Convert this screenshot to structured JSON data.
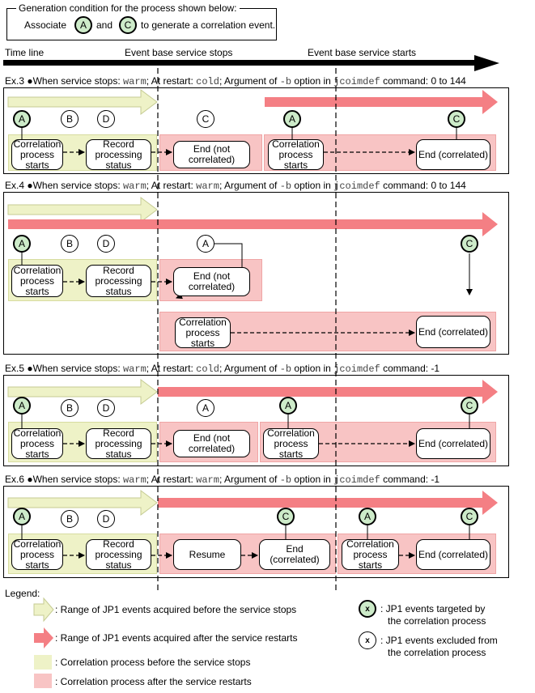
{
  "condition": {
    "title": "Generation condition for the process shown below:",
    "prefix": "Associate",
    "a": "A",
    "and": "and",
    "c": "C",
    "suffix": "to generate a correlation event."
  },
  "timeline": {
    "label": "Time line",
    "stops": "Event base service stops",
    "starts": "Event base service starts"
  },
  "common": {
    "corr_starts": "Correlation process starts",
    "record": "Record processing status",
    "end_not": "End (not correlated)",
    "end_corr": "End (correlated)",
    "resume": "Resume",
    "A": "A",
    "B": "B",
    "C": "C",
    "D": "D"
  },
  "examples": [
    {
      "id": "Ex.3",
      "pre": "When service stops: ",
      "stop": "warm",
      "mid": "; At restart: ",
      "restart": "cold",
      "arg": "; Argument of ",
      "opt": "-b",
      "opt2": " option in ",
      "cmd": "jcoimdef",
      "post": " command: 0 to 144"
    },
    {
      "id": "Ex.4",
      "pre": "When service stops: ",
      "stop": "warm",
      "mid": "; At restart: ",
      "restart": "warm",
      "arg": "; Argument of ",
      "opt": "-b",
      "opt2": " option in ",
      "cmd": "jcoimdef",
      "post": " command: 0 to 144"
    },
    {
      "id": "Ex.5",
      "pre": "When service stops: ",
      "stop": "warm",
      "mid": "; At restart: ",
      "restart": "cold",
      "arg": "; Argument of ",
      "opt": "-b",
      "opt2": " option in ",
      "cmd": "jcoimdef",
      "post": " command: -1"
    },
    {
      "id": "Ex.6",
      "pre": "When service stops: ",
      "stop": "warm",
      "mid": "; At restart: ",
      "restart": "warm",
      "arg": "; Argument of ",
      "opt": "-b",
      "opt2": " option in ",
      "cmd": "jcoimdef",
      "post": " command: -1"
    }
  ],
  "legend": {
    "title": "Legend:",
    "before": ": Range of JP1 events acquired before the service stops",
    "after": ": Range of JP1 events acquired after the service restarts",
    "corr_before": ": Correlation process before the service stops",
    "corr_after": ": Correlation process after the service restarts",
    "x": "x",
    "targeted1": ": JP1 events targeted by",
    "targeted2": "the correlation process",
    "excluded1": ": JP1 events excluded from",
    "excluded2": "the correlation process"
  },
  "colors": {
    "before_arrow": "#eef2c7",
    "after_arrow": "#f47f84",
    "before_area": "#eef2c7",
    "after_area": "#f8c4c4",
    "target_circle": "#cdebc9"
  }
}
